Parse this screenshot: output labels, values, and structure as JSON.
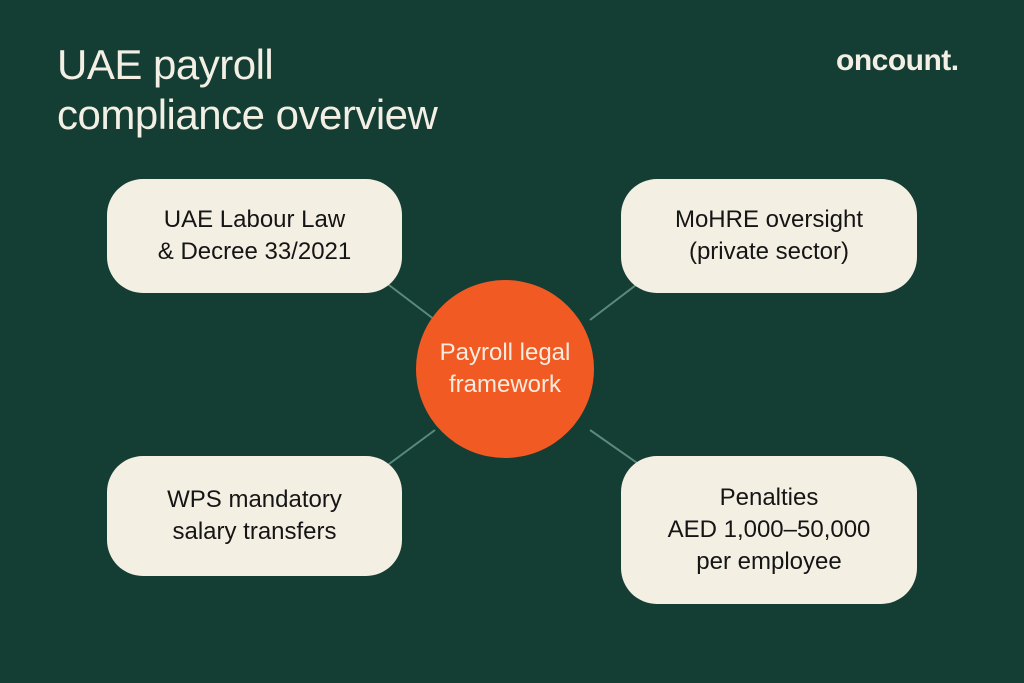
{
  "title": {
    "line1": "UAE payroll",
    "line2": "compliance overview"
  },
  "brand": {
    "logo": "oncount."
  },
  "colors": {
    "background": "#143d33",
    "node": "#f4efe3",
    "center": "#f25a23",
    "connector": "#5a8a7e"
  },
  "center": {
    "line1": "Payroll legal",
    "line2": "framework"
  },
  "nodes": [
    {
      "line1": "UAE Labour Law",
      "line2": "& Decree 33/2021"
    },
    {
      "line1": "MoHRE oversight",
      "line2": "(private sector)"
    },
    {
      "line1": "WPS mandatory",
      "line2": "salary transfers"
    },
    {
      "line1": "Penalties",
      "line2": "AED 1,000–50,000",
      "line3": "per employee"
    }
  ]
}
